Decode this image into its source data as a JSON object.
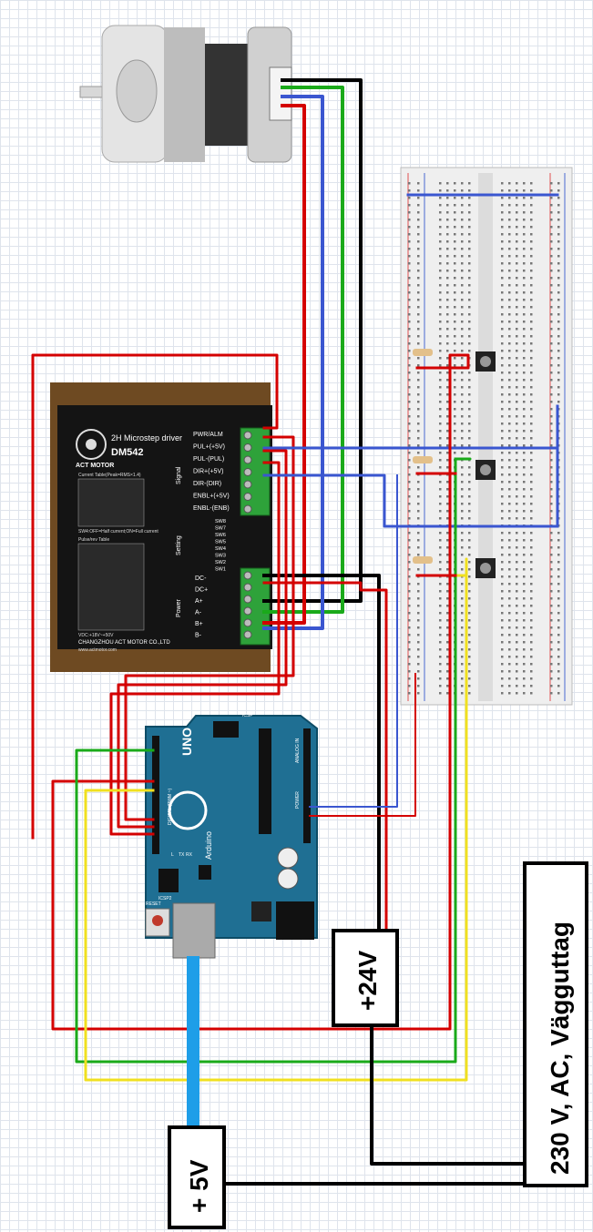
{
  "driver": {
    "brand": "ACT MOTOR",
    "title": "2H Microstep driver",
    "model": "DM542",
    "terminals": [
      "PWR/ALM",
      "PUL+(+5V)",
      "PUL-(PUL)",
      "DIR+(+5V)",
      "DIR-(DIR)",
      "ENBL+(+5V)",
      "ENBL-(ENB)"
    ],
    "signal_label": "Signal",
    "setting_label": "Setting",
    "switches": [
      "SW8",
      "SW7",
      "SW6",
      "SW5",
      "SW4",
      "SW3",
      "SW2",
      "SW1"
    ],
    "power_label": "Power",
    "power_terminals": [
      "DC-",
      "DC+",
      "A+",
      "A-",
      "B+",
      "B-"
    ],
    "current_table_title": "Current Table(Peak=RMS×1.4)",
    "half_current_note": "SW4:OFF=Half current;ON=Full current",
    "pulse_table_title": "Pulse/rev Table",
    "voltage_note": "VDC:+18V~+50V",
    "manufacturer": "CHANGZHOU ACT MOTOR CO.,LTD",
    "website": "www.actmotor.com"
  },
  "arduino": {
    "label_uno": "UNO",
    "label_arduino": "Arduino",
    "label_reset": "RESET",
    "label_icsp": "ICSP",
    "label_icsp2": "ICSP2",
    "label_digital": "DIGITAL (PWM ~)",
    "label_power": "POWER",
    "label_analog": "ANALOG IN",
    "label_tx": "TX",
    "label_rx": "RX",
    "label_l": "L"
  },
  "supplies": {
    "v24": "+24V",
    "v5": "+ 5V",
    "mains": "230 V, AC, Vägguttag"
  },
  "colors": {
    "red": "#d40000",
    "black": "#000000",
    "blue": "#3a56d0",
    "green": "#1aaa1a",
    "yellow": "#f0e020",
    "usb": "#1e9ee8",
    "board": "#1f6f93",
    "breadboard": "#eeeeee"
  }
}
